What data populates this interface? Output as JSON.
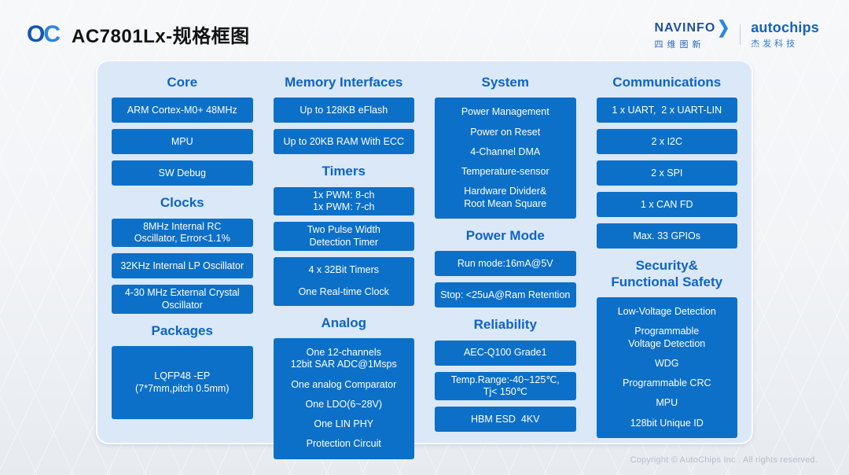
{
  "header": {
    "logo": {
      "o": "O",
      "c": "C"
    },
    "title": "AC7801Lx-规格框图",
    "navinfo": {
      "name": "NAVINFO",
      "arrow": "❯",
      "cn": "四维图新"
    },
    "autochips": {
      "name": "autochips",
      "cn": "杰发科技"
    }
  },
  "colors": {
    "box_blue": "#0c70c8",
    "heading_blue": "#0d64c6",
    "panel_bg": "#dbe8f8",
    "title_black": "#131313",
    "brand_blue_dark": "#1356b0",
    "brand_blue_light": "#2a86e0"
  },
  "columns": [
    {
      "sections": [
        {
          "title": "Core",
          "boxes": [
            {
              "variant": "plain",
              "groups": [
                [
                  "ARM Cortex-M0+ 48MHz"
                ]
              ]
            },
            {
              "variant": "plain",
              "groups": [
                [
                  "MPU"
                ]
              ]
            },
            {
              "variant": "plain",
              "groups": [
                [
                  "SW Debug"
                ]
              ]
            }
          ]
        },
        {
          "title": "Clocks",
          "boxes": [
            {
              "variant": "plain",
              "groups": [
                [
                  "8MHz Internal RC",
                  "Oscillator, Error<1.1%"
                ]
              ]
            },
            {
              "variant": "plain",
              "groups": [
                [
                  "32KHz Internal LP Oscillator"
                ]
              ]
            },
            {
              "variant": "plain",
              "groups": [
                [
                  "4-30 MHz External Crystal",
                  "Oscillator"
                ]
              ]
            }
          ]
        },
        {
          "title": "Packages",
          "boxes": [
            {
              "variant": "tall",
              "groups": [
                [
                  "LQFP48 -EP",
                  "(7*7mm,pitch 0.5mm)"
                ]
              ]
            }
          ]
        }
      ]
    },
    {
      "sections": [
        {
          "title": "Memory Interfaces",
          "boxes": [
            {
              "variant": "plain",
              "groups": [
                [
                  "Up to 128KB eFlash"
                ]
              ]
            },
            {
              "variant": "plain",
              "groups": [
                [
                  "Up to 20KB RAM With ECC"
                ]
              ]
            }
          ]
        },
        {
          "title": "Timers",
          "boxes": [
            {
              "variant": "plain",
              "groups": [
                [
                  "1x PWM: 8-ch",
                  "1x PWM: 7-ch"
                ]
              ]
            },
            {
              "variant": "plain",
              "groups": [
                [
                  "Two Pulse Width",
                  "Detection Timer"
                ]
              ]
            },
            {
              "variant": "spread",
              "groups": [
                [
                  "4 x 32Bit Timers"
                ],
                [
                  "One Real-time Clock"
                ]
              ]
            }
          ]
        },
        {
          "title": "Analog",
          "boxes": [
            {
              "variant": "big",
              "groups": [
                [
                  "One 12-channels",
                  "12bit SAR ADC@1Msps"
                ],
                [
                  "One analog Comparator"
                ],
                [
                  "One LDO(6~28V)"
                ],
                [
                  "One LIN PHY"
                ],
                [
                  "Protection Circuit"
                ]
              ]
            }
          ]
        }
      ]
    },
    {
      "sections": [
        {
          "title": "System",
          "boxes": [
            {
              "variant": "big",
              "groups": [
                [
                  "Power Management"
                ],
                [
                  "Power on Reset"
                ],
                [
                  "4-Channel DMA"
                ],
                [
                  "Temperature-sensor"
                ],
                [
                  "Hardware Divider&",
                  "Root Mean Square"
                ]
              ]
            }
          ]
        },
        {
          "title": "Power Mode",
          "boxes": [
            {
              "variant": "plain",
              "groups": [
                [
                  "Run mode:16mA@5V"
                ]
              ]
            },
            {
              "variant": "plain",
              "groups": [
                [
                  "Stop: <25uA@Ram Retention"
                ]
              ]
            }
          ]
        },
        {
          "title": "Reliability",
          "boxes": [
            {
              "variant": "plain",
              "groups": [
                [
                  "AEC-Q100 Grade1"
                ]
              ]
            },
            {
              "variant": "plain",
              "groups": [
                [
                  "Temp.Range:-40~125℃,",
                  "Tj< 150℃"
                ]
              ]
            },
            {
              "variant": "plain",
              "groups": [
                [
                  "HBM ESD  4KV"
                ]
              ]
            }
          ]
        }
      ]
    },
    {
      "sections": [
        {
          "title": "Communications",
          "boxes": [
            {
              "variant": "plain",
              "groups": [
                [
                  "1 x UART,  2 x UART-LIN"
                ]
              ]
            },
            {
              "variant": "plain",
              "groups": [
                [
                  "2 x I2C"
                ]
              ]
            },
            {
              "variant": "plain",
              "groups": [
                [
                  "2 x SPI"
                ]
              ]
            },
            {
              "variant": "plain",
              "groups": [
                [
                  "1 x CAN FD"
                ]
              ]
            },
            {
              "variant": "plain",
              "groups": [
                [
                  "Max. 33 GPIOs"
                ]
              ]
            }
          ]
        },
        {
          "title": "Security&\nFunctional Safety",
          "boxes": [
            {
              "variant": "big",
              "groups": [
                [
                  "Low-Voltage Detection"
                ],
                [
                  "Programmable",
                  "Voltage Detection"
                ],
                [
                  "WDG"
                ],
                [
                  "Programmable CRC"
                ],
                [
                  "MPU"
                ],
                [
                  "128bit Unique ID"
                ]
              ]
            }
          ]
        }
      ]
    }
  ],
  "footer": {
    "copyright": "Copyright © AutoChips Inc . All rights reserved."
  }
}
